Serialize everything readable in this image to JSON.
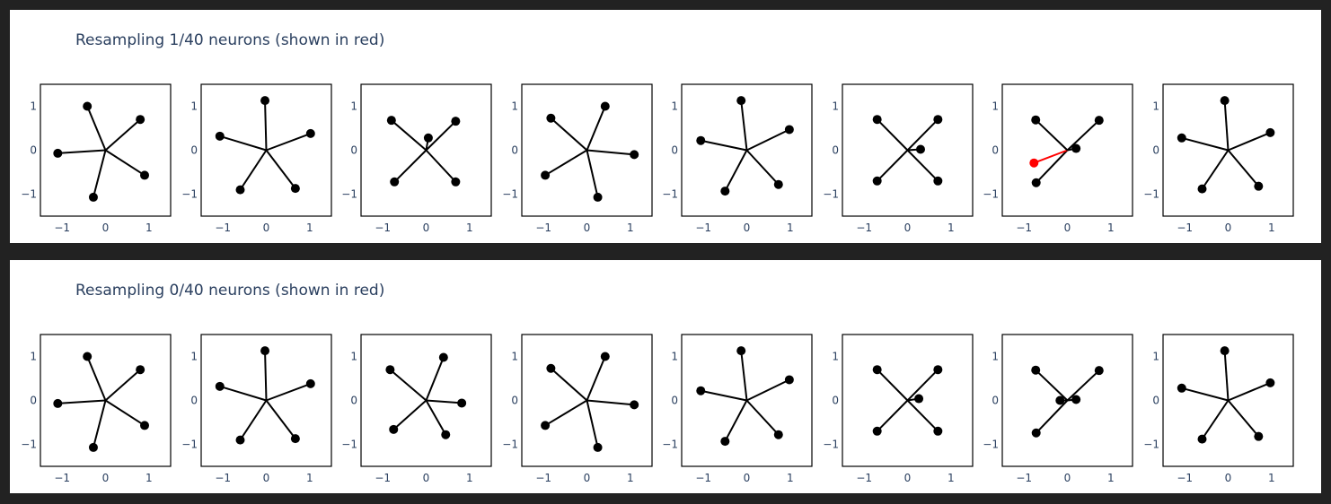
{
  "panels": [
    {
      "title": "Resampling 1/40 neurons (shown in red)",
      "chart_data": [
        {
          "type": "scatter",
          "points": [
            [
              -0.42,
              1.0
            ],
            [
              0.8,
              0.7
            ],
            [
              0.9,
              -0.57
            ],
            [
              -0.28,
              -1.07
            ],
            [
              -1.1,
              -0.07
            ]
          ],
          "colors": [
            "#000000",
            "#000000",
            "#000000",
            "#000000",
            "#000000"
          ]
        },
        {
          "type": "scatter",
          "points": [
            [
              -0.03,
              1.13
            ],
            [
              1.02,
              0.38
            ],
            [
              0.67,
              -0.87
            ],
            [
              -0.6,
              -0.9
            ],
            [
              -1.07,
              0.32
            ]
          ],
          "colors": [
            "#000000",
            "#000000",
            "#000000",
            "#000000",
            "#000000"
          ]
        },
        {
          "type": "scatter",
          "points": [
            [
              0.05,
              0.28
            ],
            [
              0.68,
              0.66
            ],
            [
              0.68,
              -0.72
            ],
            [
              -0.73,
              -0.72
            ],
            [
              -0.8,
              0.68
            ]
          ],
          "colors": [
            "#000000",
            "#000000",
            "#000000",
            "#000000",
            "#000000"
          ]
        },
        {
          "type": "scatter",
          "points": [
            [
              0.42,
              1.0
            ],
            [
              1.09,
              -0.1
            ],
            [
              0.25,
              -1.07
            ],
            [
              -0.96,
              -0.57
            ],
            [
              -0.83,
              0.73
            ]
          ],
          "colors": [
            "#000000",
            "#000000",
            "#000000",
            "#000000",
            "#000000"
          ]
        },
        {
          "type": "scatter",
          "points": [
            [
              -0.13,
              1.13
            ],
            [
              0.98,
              0.47
            ],
            [
              0.73,
              -0.78
            ],
            [
              -0.5,
              -0.93
            ],
            [
              -1.06,
              0.22
            ]
          ],
          "colors": [
            "#000000",
            "#000000",
            "#000000",
            "#000000",
            "#000000"
          ]
        },
        {
          "type": "scatter",
          "points": [
            [
              0.7,
              0.7
            ],
            [
              0.3,
              0.02
            ],
            [
              0.7,
              -0.7
            ],
            [
              -0.7,
              -0.7
            ],
            [
              -0.7,
              0.7
            ]
          ],
          "colors": [
            "#000000",
            "#000000",
            "#000000",
            "#000000",
            "#000000"
          ]
        },
        {
          "type": "scatter",
          "points": [
            [
              0.73,
              0.68
            ],
            [
              0.2,
              0.04
            ],
            [
              -0.72,
              -0.74
            ],
            [
              -0.77,
              -0.29
            ],
            [
              -0.73,
              0.69
            ]
          ],
          "colors": [
            "#000000",
            "#000000",
            "#000000",
            "#ff0000",
            "#000000"
          ]
        },
        {
          "type": "scatter",
          "points": [
            [
              -0.08,
              1.13
            ],
            [
              0.97,
              0.4
            ],
            [
              0.7,
              -0.82
            ],
            [
              -0.6,
              -0.88
            ],
            [
              -1.07,
              0.28
            ]
          ],
          "colors": [
            "#000000",
            "#000000",
            "#000000",
            "#000000",
            "#000000"
          ]
        }
      ]
    },
    {
      "title": "Resampling 0/40 neurons (shown in red)",
      "chart_data": [
        {
          "type": "scatter",
          "points": [
            [
              -0.42,
              1.0
            ],
            [
              0.8,
              0.7
            ],
            [
              0.9,
              -0.57
            ],
            [
              -0.28,
              -1.07
            ],
            [
              -1.1,
              -0.07
            ]
          ],
          "colors": [
            "#000000",
            "#000000",
            "#000000",
            "#000000",
            "#000000"
          ]
        },
        {
          "type": "scatter",
          "points": [
            [
              -0.03,
              1.13
            ],
            [
              1.02,
              0.38
            ],
            [
              0.67,
              -0.87
            ],
            [
              -0.6,
              -0.9
            ],
            [
              -1.07,
              0.32
            ]
          ],
          "colors": [
            "#000000",
            "#000000",
            "#000000",
            "#000000",
            "#000000"
          ]
        },
        {
          "type": "scatter",
          "points": [
            [
              0.4,
              0.98
            ],
            [
              0.82,
              -0.06
            ],
            [
              0.45,
              -0.78
            ],
            [
              -0.75,
              -0.66
            ],
            [
              -0.83,
              0.7
            ]
          ],
          "colors": [
            "#000000",
            "#000000",
            "#000000",
            "#000000",
            "#000000"
          ]
        },
        {
          "type": "scatter",
          "points": [
            [
              0.42,
              1.0
            ],
            [
              1.09,
              -0.1
            ],
            [
              0.25,
              -1.07
            ],
            [
              -0.96,
              -0.57
            ],
            [
              -0.83,
              0.73
            ]
          ],
          "colors": [
            "#000000",
            "#000000",
            "#000000",
            "#000000",
            "#000000"
          ]
        },
        {
          "type": "scatter",
          "points": [
            [
              -0.13,
              1.13
            ],
            [
              0.98,
              0.47
            ],
            [
              0.73,
              -0.78
            ],
            [
              -0.5,
              -0.93
            ],
            [
              -1.06,
              0.22
            ]
          ],
          "colors": [
            "#000000",
            "#000000",
            "#000000",
            "#000000",
            "#000000"
          ]
        },
        {
          "type": "scatter",
          "points": [
            [
              0.7,
              0.7
            ],
            [
              0.26,
              0.04
            ],
            [
              0.7,
              -0.7
            ],
            [
              -0.7,
              -0.7
            ],
            [
              -0.7,
              0.7
            ]
          ],
          "colors": [
            "#000000",
            "#000000",
            "#000000",
            "#000000",
            "#000000"
          ]
        },
        {
          "type": "scatter",
          "points": [
            [
              0.73,
              0.68
            ],
            [
              0.2,
              0.02
            ],
            [
              -0.72,
              -0.74
            ],
            [
              -0.17,
              0.0
            ],
            [
              -0.73,
              0.69
            ]
          ],
          "colors": [
            "#000000",
            "#000000",
            "#000000",
            "#000000",
            "#000000"
          ]
        },
        {
          "type": "scatter",
          "points": [
            [
              -0.08,
              1.13
            ],
            [
              0.97,
              0.4
            ],
            [
              0.7,
              -0.82
            ],
            [
              -0.6,
              -0.88
            ],
            [
              -1.07,
              0.28
            ]
          ],
          "colors": [
            "#000000",
            "#000000",
            "#000000",
            "#000000",
            "#000000"
          ]
        }
      ]
    }
  ],
  "axes": {
    "xlim": [
      -1.5,
      1.5
    ],
    "ylim": [
      -1.5,
      1.5
    ],
    "xticks": [
      -1,
      0,
      1
    ],
    "yticks": [
      1,
      0,
      -1
    ],
    "xtick_labels": [
      "−1",
      "0",
      "1"
    ],
    "ytick_labels": [
      "1",
      "0",
      "−1"
    ]
  },
  "colors": {
    "background": "#222222",
    "panel": "#ffffff",
    "marker": "#000000",
    "highlight": "#ff0000",
    "tick_text": "#2a3f5f"
  }
}
